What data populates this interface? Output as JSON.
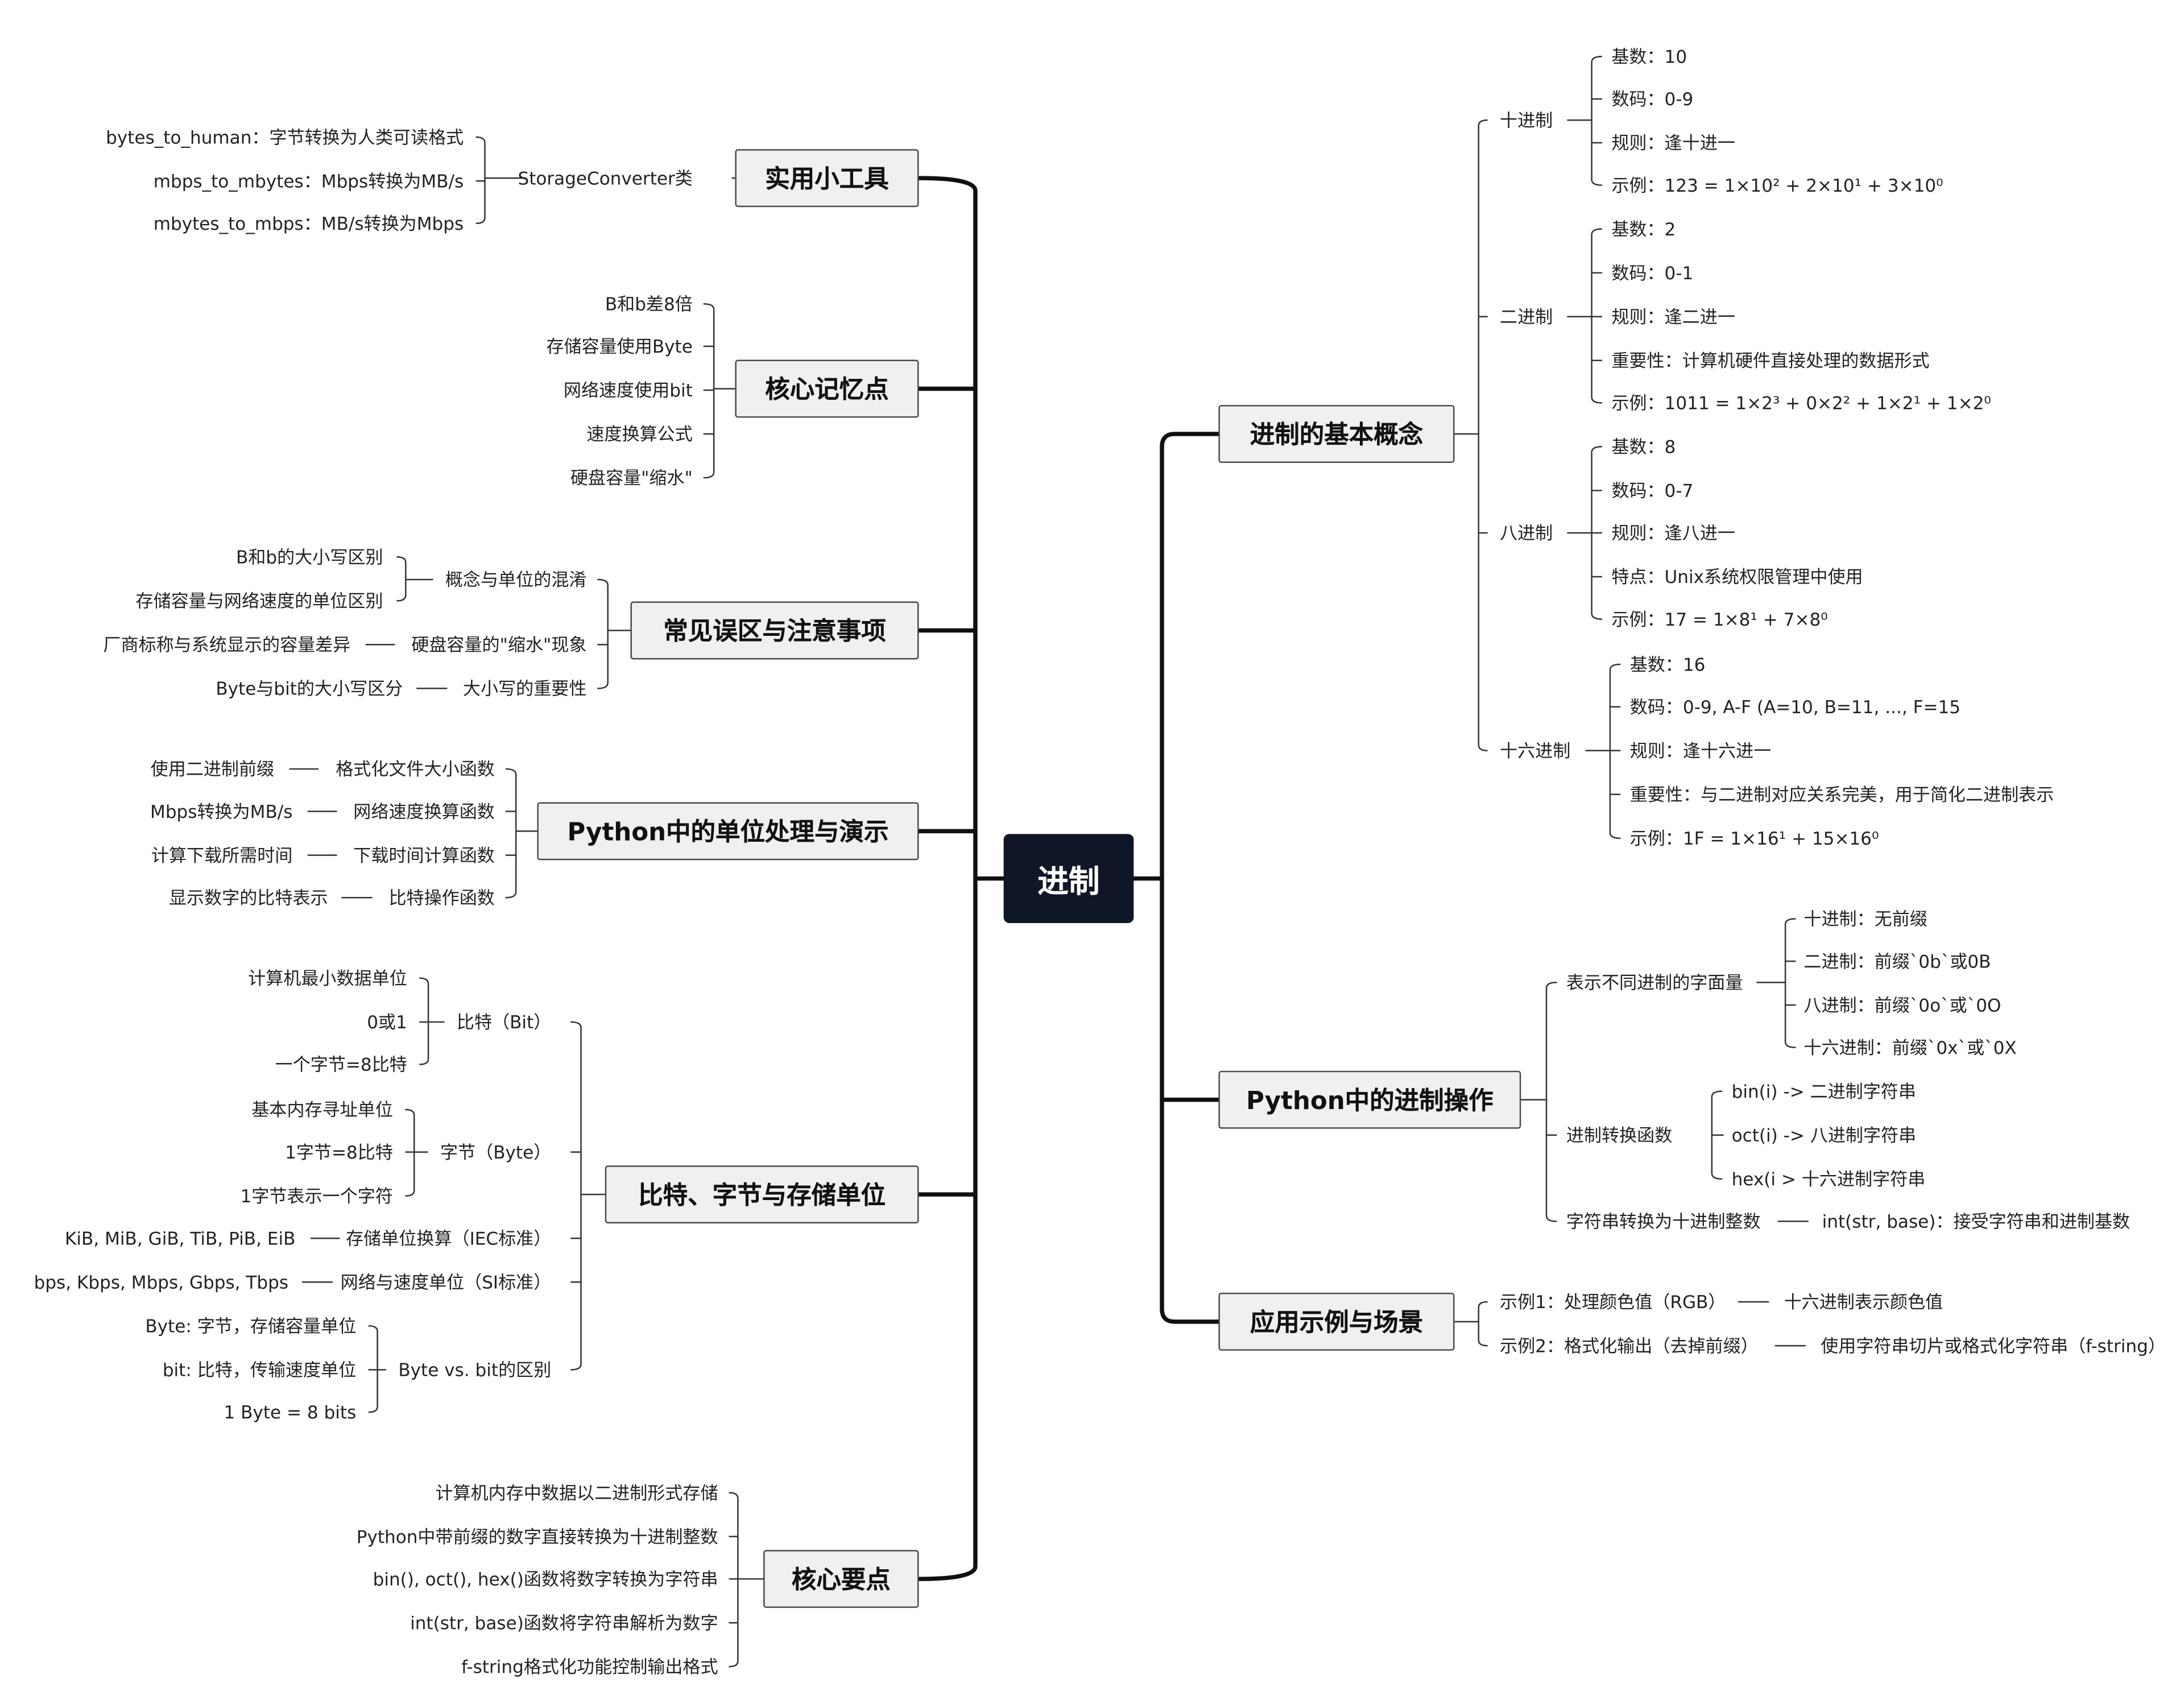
{
  "root": {
    "label": "进制"
  },
  "left": [
    {
      "label": "实用小工具",
      "children": [
        {
          "label": "StorageConverter类",
          "children": [
            {
              "label": "bytes_to_human：字节转换为人类可读格式"
            },
            {
              "label": "mbps_to_mbytes：Mbps转换为MB/s"
            },
            {
              "label": "mbytes_to_mbps：MB/s转换为Mbps"
            }
          ]
        }
      ]
    },
    {
      "label": "核心记忆点",
      "children": [
        {
          "label": "B和b差8倍"
        },
        {
          "label": "存储容量使用Byte"
        },
        {
          "label": "网络速度使用bit"
        },
        {
          "label": "速度换算公式"
        },
        {
          "label": "硬盘容量\"缩水\""
        }
      ]
    },
    {
      "label": "常见误区与注意事项",
      "children": [
        {
          "label": "概念与单位的混淆",
          "children": [
            {
              "label": "B和b的大小写区别"
            },
            {
              "label": "存储容量与网络速度的单位区别"
            }
          ]
        },
        {
          "label": "硬盘容量的\"缩水\"现象",
          "children": [
            {
              "label": "厂商标称与系统显示的容量差异"
            }
          ]
        },
        {
          "label": "大小写的重要性",
          "children": [
            {
              "label": "Byte与bit的大小写区分"
            }
          ]
        }
      ]
    },
    {
      "label": "Python中的单位处理与演示",
      "children": [
        {
          "label": "格式化文件大小函数",
          "children": [
            {
              "label": "使用二进制前缀"
            }
          ]
        },
        {
          "label": "网络速度换算函数",
          "children": [
            {
              "label": "Mbps转换为MB/s"
            }
          ]
        },
        {
          "label": "下载时间计算函数",
          "children": [
            {
              "label": "计算下载所需时间"
            }
          ]
        },
        {
          "label": "比特操作函数",
          "children": [
            {
              "label": "显示数字的比特表示"
            }
          ]
        }
      ]
    },
    {
      "label": "比特、字节与存储单位",
      "children": [
        {
          "label": "比特（Bit）",
          "children": [
            {
              "label": "计算机最小数据单位"
            },
            {
              "label": "0或1"
            },
            {
              "label": "一个字节=8比特"
            }
          ]
        },
        {
          "label": "字节（Byte）",
          "children": [
            {
              "label": "基本内存寻址单位"
            },
            {
              "label": "1字节=8比特"
            },
            {
              "label": "1字节表示一个字符"
            }
          ]
        },
        {
          "label": "存储单位换算（IEC标准）",
          "children": [
            {
              "label": "KiB, MiB, GiB, TiB, PiB, EiB"
            }
          ]
        },
        {
          "label": "网络与速度单位（SI标准）",
          "children": [
            {
              "label": "bps, Kbps, Mbps, Gbps, Tbps"
            }
          ]
        },
        {
          "label": "Byte vs. bit的区别",
          "children": [
            {
              "label": "Byte: 字节，存储容量单位"
            },
            {
              "label": "bit: 比特，传输速度单位"
            },
            {
              "label": "1 Byte = 8 bits"
            }
          ]
        }
      ]
    },
    {
      "label": "核心要点",
      "children": [
        {
          "label": "计算机内存中数据以二进制形式存储"
        },
        {
          "label": "Python中带前缀的数字直接转换为十进制整数"
        },
        {
          "label": "bin(), oct(), hex()函数将数字转换为字符串"
        },
        {
          "label": "int(str, base)函数将字符串解析为数字"
        },
        {
          "label": "f-string格式化功能控制输出格式"
        }
      ]
    }
  ],
  "right": [
    {
      "label": "进制的基本概念",
      "children": [
        {
          "label": "十进制",
          "children": [
            {
              "label": "基数：10"
            },
            {
              "label": "数码：0-9"
            },
            {
              "label": "规则：逢十进一"
            },
            {
              "label": "示例：123 = 1×10² + 2×10¹ + 3×10⁰"
            }
          ]
        },
        {
          "label": "二进制",
          "children": [
            {
              "label": "基数：2"
            },
            {
              "label": "数码：0-1"
            },
            {
              "label": "规则：逢二进一"
            },
            {
              "label": "重要性：计算机硬件直接处理的数据形式"
            },
            {
              "label": "示例：1011 = 1×2³ + 0×2² + 1×2¹ + 1×2⁰"
            }
          ]
        },
        {
          "label": "八进制",
          "children": [
            {
              "label": "基数：8"
            },
            {
              "label": "数码：0-7"
            },
            {
              "label": "规则：逢八进一"
            },
            {
              "label": "特点：Unix系统权限管理中使用"
            },
            {
              "label": "示例：17 = 1×8¹ + 7×8⁰"
            }
          ]
        },
        {
          "label": "十六进制",
          "children": [
            {
              "label": "基数：16"
            },
            {
              "label": "数码：0-9, A-F (A=10, B=11, ..., F=15"
            },
            {
              "label": "规则：逢十六进一"
            },
            {
              "label": "重要性：与二进制对应关系完美，用于简化二进制表示"
            },
            {
              "label": "示例：1F = 1×16¹ + 15×16⁰"
            }
          ]
        }
      ]
    },
    {
      "label": "Python中的进制操作",
      "children": [
        {
          "label": "表示不同进制的字面量",
          "children": [
            {
              "label": "十进制：无前缀"
            },
            {
              "label": "二进制：前缀`0b`或0B"
            },
            {
              "label": "八进制：前缀`0o`或`0O"
            },
            {
              "label": "十六进制：前缀`0x`或`0X"
            }
          ]
        },
        {
          "label": "进制转换函数",
          "children": [
            {
              "label": "bin(i) -> 二进制字符串"
            },
            {
              "label": "oct(i) -> 八进制字符串"
            },
            {
              "label": "hex(i > 十六进制字符串"
            }
          ]
        },
        {
          "label": "字符串转换为十进制整数",
          "children": [
            {
              "label": "int(str, base)：接受字符串和进制基数"
            }
          ]
        }
      ]
    },
    {
      "label": "应用示例与场景",
      "children": [
        {
          "label": "示例1：处理颜色值（RGB）",
          "children": [
            {
              "label": "十六进制表示颜色值"
            }
          ]
        },
        {
          "label": "示例2：格式化输出（去掉前缀）",
          "children": [
            {
              "label": "使用字符串切片或格式化字符串（f-string）"
            }
          ]
        }
      ]
    }
  ]
}
